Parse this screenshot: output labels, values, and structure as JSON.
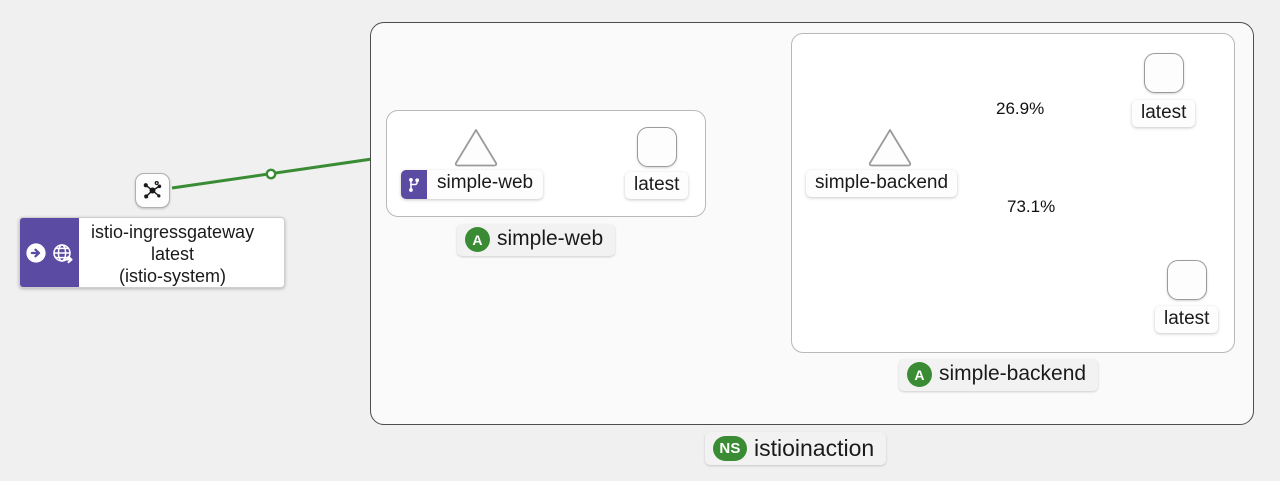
{
  "page": {
    "title": "Kiali service graph",
    "background": "#f0f0f0",
    "edge_color": "#3a8c34",
    "accent_purple": "#5c4ba3",
    "badge_green": "#3a8c34"
  },
  "namespace": {
    "label": "istioinaction",
    "badge": "NS"
  },
  "gateway": {
    "name": "istio-ingressgateway",
    "version": "latest",
    "namespace": "(istio-system)",
    "icons": [
      "arrow-circle-right-icon",
      "globe-gateway-icon"
    ],
    "mesh_node_icon": "mesh-node-icon"
  },
  "apps": [
    {
      "id": "simple-web",
      "badge": "A",
      "label": "simple-web",
      "service": {
        "name": "simple-web",
        "icon": "virtual-service-icon",
        "shape": "triangle"
      },
      "workloads": [
        {
          "label": "latest",
          "shape": "rounded-square"
        }
      ]
    },
    {
      "id": "simple-backend",
      "badge": "A",
      "label": "simple-backend",
      "service": {
        "name": "simple-backend",
        "icon": null,
        "shape": "triangle"
      },
      "workloads": [
        {
          "label": "latest",
          "shape": "rounded-square"
        },
        {
          "label": "latest",
          "shape": "rounded-square"
        }
      ]
    }
  ],
  "edges": [
    {
      "from": "istio-ingressgateway",
      "to": "simple-web-service",
      "label": ""
    },
    {
      "from": "simple-web-service",
      "to": "simple-web-latest",
      "label": ""
    },
    {
      "from": "simple-web-latest",
      "to": "simple-backend-service",
      "label": ""
    },
    {
      "from": "simple-backend-service",
      "to": "simple-backend-latest-top",
      "label": "26.9%"
    },
    {
      "from": "simple-backend-service",
      "to": "simple-backend-latest-bottom",
      "label": "73.1%"
    }
  ],
  "traffic": {
    "top_percent": "26.9%",
    "bottom_percent": "73.1%"
  }
}
